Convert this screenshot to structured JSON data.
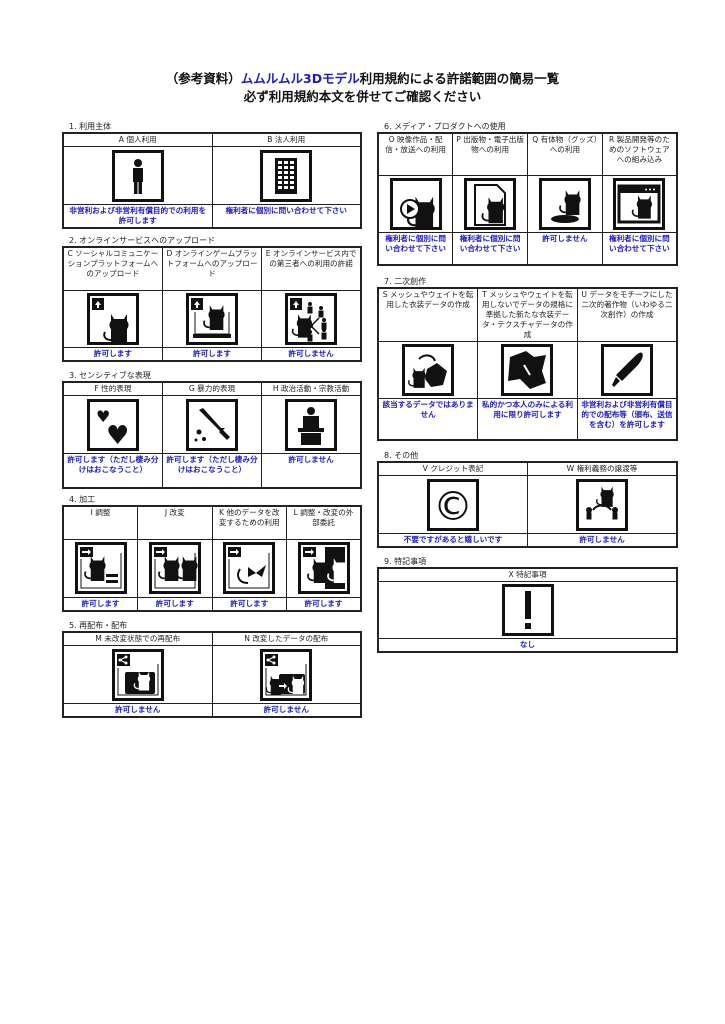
{
  "title": {
    "prefix": "（参考資料）",
    "model": "ムムルムル3Dモデル",
    "suffix": "利用規約による許諾範囲の簡易一覧",
    "line2": "必ず利用規約本文を併せてご確認ください"
  },
  "colors": {
    "accent": "#1a1acc",
    "text": "#222222"
  },
  "sections": [
    {
      "title": "1. 利用主体",
      "items": [
        {
          "label": "A 個人利用",
          "icon": "person-icon",
          "answer": "非営利および非営利有償目的での利用を許可します"
        },
        {
          "label": "B 法人利用",
          "icon": "building-icon",
          "answer": "権利者に個別に問い合わせて下さい"
        }
      ]
    },
    {
      "title": "2. オンラインサービスへのアップロード",
      "items": [
        {
          "label": "C ソーシャルコミュニケーションプラットフォームへのアップロード",
          "icon": "upload-social-icon",
          "answer": "許可します"
        },
        {
          "label": "D オンラインゲームプラットフォームへのアップロード",
          "icon": "upload-game-icon",
          "answer": "許可します"
        },
        {
          "label": "E オンラインサービス内での第三者への利用の許諾",
          "icon": "upload-share-icon",
          "answer": "許可しません"
        }
      ]
    },
    {
      "title": "3. センシティブな表現",
      "items": [
        {
          "label": "F 性的表現",
          "icon": "hearts-icon",
          "answer": "許可します（ただし棲み分けはおこなうこと）"
        },
        {
          "label": "G 暴力的表現",
          "icon": "knife-icon",
          "answer": "許可します（ただし棲み分けはおこなうこと）"
        },
        {
          "label": "H 政治活動・宗教活動",
          "icon": "podium-icon",
          "answer": "許可しません"
        }
      ]
    },
    {
      "title": "4. 加工",
      "items": [
        {
          "label": "I 調整",
          "icon": "adjust-icon",
          "answer": "許可します"
        },
        {
          "label": "J 改変",
          "icon": "modify-icon",
          "answer": "許可します"
        },
        {
          "label": "K 他のデータを改変するための利用",
          "icon": "reuse-parts-icon",
          "answer": "許可します"
        },
        {
          "label": "L 調整・改変の外部委託",
          "icon": "outsource-icon",
          "answer": "許可します"
        }
      ]
    },
    {
      "title": "5. 再配布・配布",
      "items": [
        {
          "label": "M 未改変状態での再配布",
          "icon": "redistribute-icon",
          "answer": "許可しません"
        },
        {
          "label": "N 改変したデータの配布",
          "icon": "distribute-modified-icon",
          "answer": "許可しません"
        }
      ]
    },
    {
      "title": "6. メディア・プロダクトへの使用",
      "items": [
        {
          "label": "O 映像作品・配信・放送への利用",
          "icon": "video-icon",
          "answer": "権利者に個別に問い合わせて下さい"
        },
        {
          "label": "P 出版物・電子出版物への利用",
          "icon": "document-icon",
          "answer": "権利者に個別に問い合わせて下さい"
        },
        {
          "label": "Q 有体物（グッズ）への利用",
          "icon": "figure-icon",
          "answer": "許可しません"
        },
        {
          "label": "R 製品開発等のためのソフトウェアへの組み込み",
          "icon": "software-icon",
          "answer": "権利者に個別に問い合わせて下さい"
        }
      ]
    },
    {
      "title": "7. 二次創作",
      "items": [
        {
          "label": "S メッシュやウェイトを転用した衣装データの作成",
          "icon": "clothing-transfer-icon",
          "answer": "該当するデータではありません"
        },
        {
          "label": "T メッシュやウェイトを転用しないでデータの規格に準拠した新たな衣装データ・テクスチャデータの作成",
          "icon": "clothing-icon",
          "answer": "私的かつ本人のみによる利用に限り許可します"
        },
        {
          "label": "U データをモチーフにした二次的著作物（いわゆる二次創作）の作成",
          "icon": "pen-icon",
          "answer": "非営利および非営利有償目的での配布等（頒布、送信を含む）を許可します"
        }
      ]
    },
    {
      "title": "8. その他",
      "items": [
        {
          "label": "V クレジット表記",
          "icon": "copyright-icon",
          "answer": "不要ですがあると嬉しいです"
        },
        {
          "label": "W 権利義務の譲渡等",
          "icon": "transfer-rights-icon",
          "answer": "許可しません"
        }
      ]
    },
    {
      "title": "9. 特記事項",
      "items": [
        {
          "label": "X 特記事項",
          "icon": "exclamation-icon",
          "answer": "なし"
        }
      ]
    }
  ]
}
